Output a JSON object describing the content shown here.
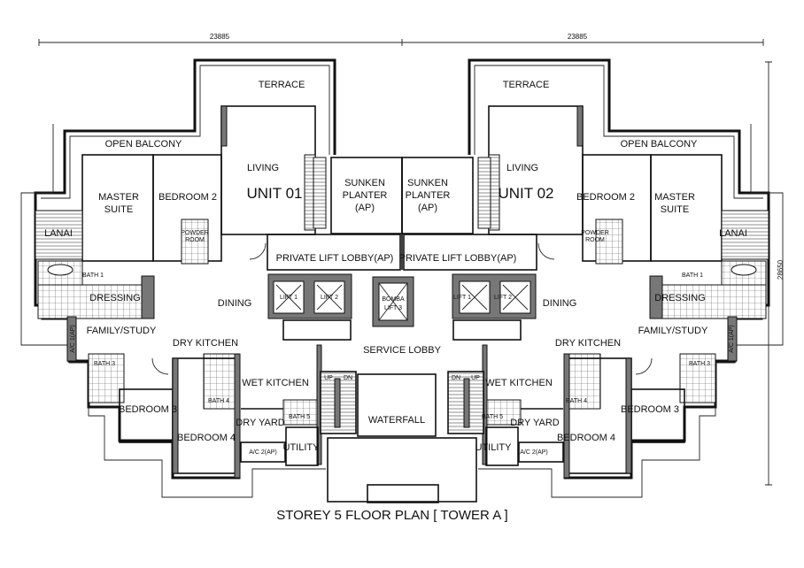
{
  "title": "STOREY 5 FLOOR PLAN  [ TOWER A ]",
  "dimensions": {
    "left_width": "23885",
    "right_width": "23885",
    "height": "28650"
  },
  "shared": {
    "service_lobby": "SERVICE LOBBY",
    "waterfall": "WATERFALL",
    "bomba_lift": [
      "BOMBA",
      "LIFT 3"
    ],
    "stair_up": "UP",
    "stair_down": "DN"
  },
  "units": [
    {
      "name": "UNIT 01",
      "terrace": "TERRACE",
      "open_balcony": "OPEN BALCONY",
      "living": "LIVING",
      "sunken_planter": [
        "SUNKEN",
        "PLANTER",
        "(AP)"
      ],
      "master_suite": [
        "MASTER",
        "SUITE"
      ],
      "bedroom_2": "BEDROOM 2",
      "lanai": "LANAI",
      "powder_room": [
        "POWDER",
        "ROOM"
      ],
      "bath_1": "BATH 1",
      "dressing": "DRESSING",
      "private_lift_lobby": "PRIVATE LIFT LOBBY(AP)",
      "dining": "DINING",
      "lift_1": "LIFT 1",
      "lift_2": "LIFT 2",
      "family_study": "FAMILY/STUDY",
      "ac_1": "A/C 1(AP)",
      "dry_kitchen": "DRY KITCHEN",
      "bath_3": "BATH 3",
      "bath_4": "BATH 4",
      "wet_kitchen": "WET KITCHEN",
      "bath_5": "BATH 5",
      "bedroom_3": "BEDROOM 3",
      "bedroom_4": "BEDROOM 4",
      "dry_yard": "DRY YARD",
      "utility": "UTILITY",
      "ac_2": "A/C 2(AP)"
    },
    {
      "name": "UNIT 02",
      "terrace": "TERRACE",
      "open_balcony": "OPEN BALCONY",
      "living": "LIVING",
      "sunken_planter": [
        "SUNKEN",
        "PLANTER",
        "(AP)"
      ],
      "master_suite": [
        "MASTER",
        "SUITE"
      ],
      "bedroom_2": "BEDROOM 2",
      "lanai": "LANAI",
      "powder_room": [
        "POWDER",
        "ROOM"
      ],
      "bath_1": "BATH 1",
      "dressing": "DRESSING",
      "private_lift_lobby": "PRIVATE LIFT LOBBY(AP)",
      "dining": "DINING",
      "lift_1": "LIFT 1",
      "lift_2": "LIFT 2",
      "family_study": "FAMILY/STUDY",
      "ac_1": "A/C 1(AP)",
      "dry_kitchen": "DRY KITCHEN",
      "bath_3": "BATH 3",
      "bath_4": "BATH 4",
      "wet_kitchen": "WET KITCHEN",
      "bath_5": "BATH 5",
      "bedroom_3": "BEDROOM 3",
      "bedroom_4": "BEDROOM 4",
      "dry_yard": "DRY YARD",
      "utility": "UTILITY",
      "ac_2": "A/C 2(AP)"
    }
  ]
}
